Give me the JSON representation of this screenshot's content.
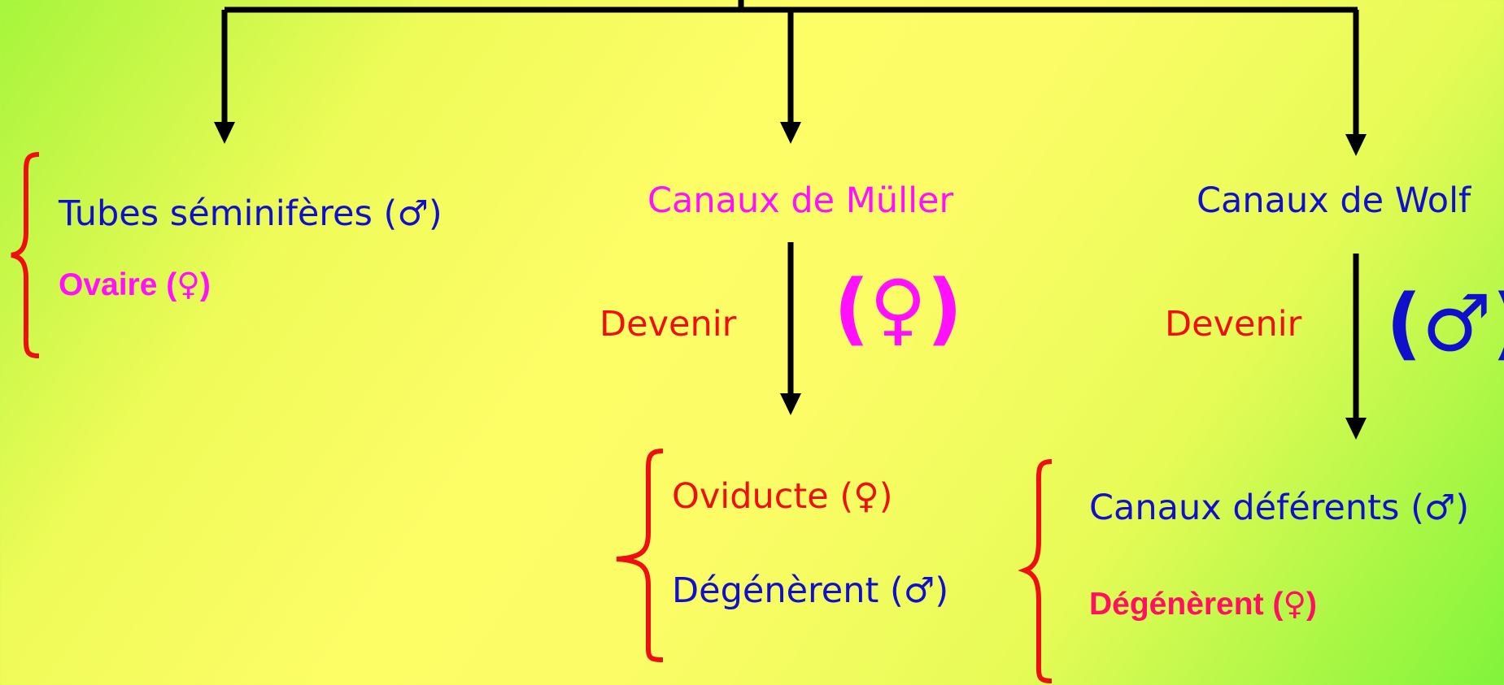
{
  "colors": {
    "blue": "#1010cc",
    "magenta": "#ff10ff",
    "red": "#ee1010",
    "crimson": "#ff1060",
    "line": "#000000",
    "brace": "#ee1010"
  },
  "gonad": {
    "male_text": "Tubes séminifères (",
    "male_sym": "♂",
    "male_close": ")",
    "female_text": "Ovaire (",
    "female_sym": "♀",
    "female_close": ")"
  },
  "muller": {
    "title": "Canaux de Müller",
    "devenir": "Devenir",
    "big_open": "(",
    "big_sym": "♀",
    "big_close": ")",
    "female_text": "Oviducte (",
    "female_sym": "♀",
    "female_close": ")",
    "male_text": "Dégénèrent (",
    "male_sym": "♂",
    "male_close": ")"
  },
  "wolf": {
    "title": "Canaux de Wolf",
    "devenir": "Devenir",
    "big_open": "(",
    "big_sym": "♂",
    "big_close": ")",
    "male_text": "Canaux déférents (",
    "male_sym": "♂",
    "male_close": ")",
    "female_text": "Dégénèrent (",
    "female_sym": "♀",
    "female_close": ")"
  }
}
